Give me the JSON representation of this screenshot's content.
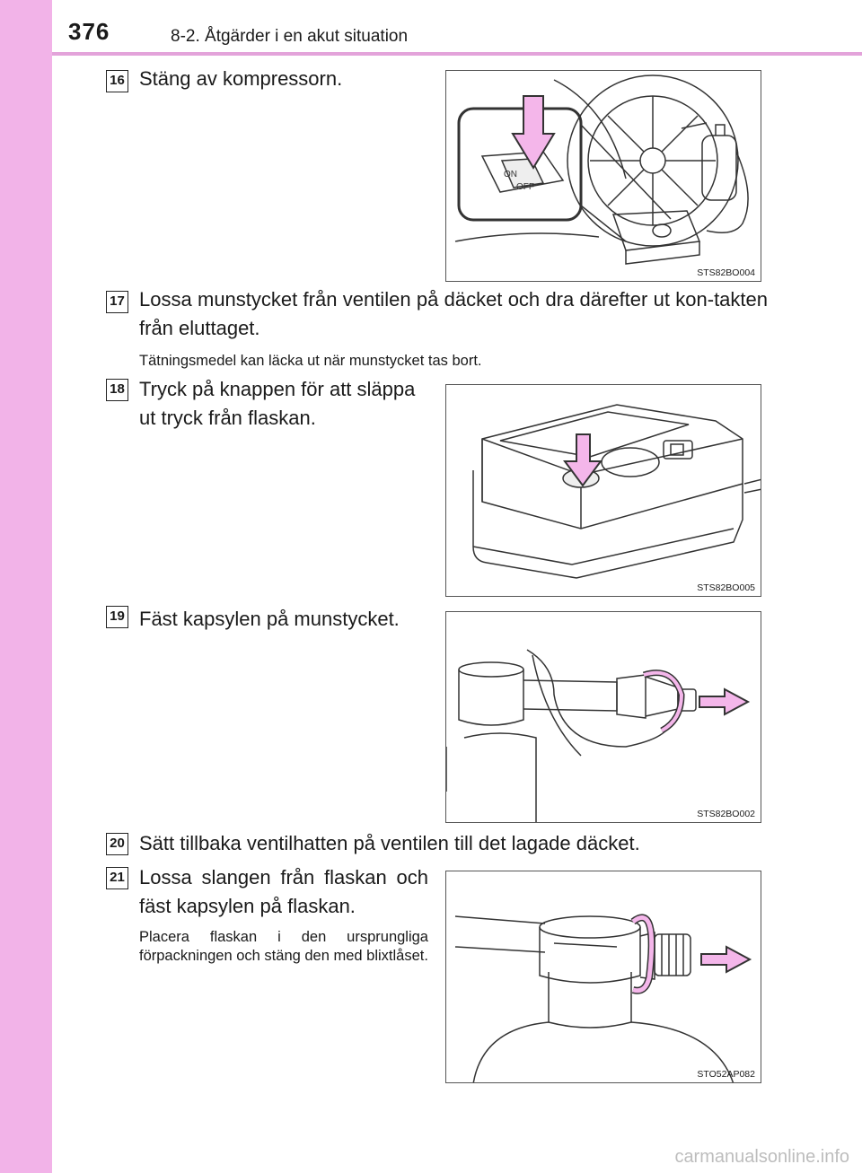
{
  "header": {
    "page_number": "376",
    "section_title": "8-2. Åtgärder i en akut situation"
  },
  "steps": [
    {
      "number": "16",
      "text": "Stäng av kompressorn.",
      "figure_code": "STS82BO004"
    },
    {
      "number": "17",
      "text": "Lossa munstycket från ventilen på däcket och dra därefter ut kon-takten från eluttaget.",
      "note": "Tätningsmedel kan läcka ut när munstycket tas bort."
    },
    {
      "number": "18",
      "text": "Tryck på knappen för att släppa ut tryck från flaskan.",
      "figure_code": "STS82BO005"
    },
    {
      "number": "19",
      "text": "Fäst kapsylen på munstycket.",
      "figure_code": "STS82BO002"
    },
    {
      "number": "20",
      "text": "Sätt tillbaka ventilhatten på ventilen till det lagade däcket."
    },
    {
      "number": "21",
      "text": "Lossa slangen från flaskan och fäst kapsylen på flaskan.",
      "note": "Placera flaskan i den ursprungliga förpackningen och stäng den med blixtlåset.",
      "figure_code": "STO52AP082"
    }
  ],
  "figure_labels": {
    "on": "ON",
    "off": "OFF"
  },
  "watermark": "carmanualsonline.info",
  "colors": {
    "sidebar": "#f2b3e8",
    "accent_arrow": "#f4b6ea",
    "rule": "#e3a3da"
  }
}
